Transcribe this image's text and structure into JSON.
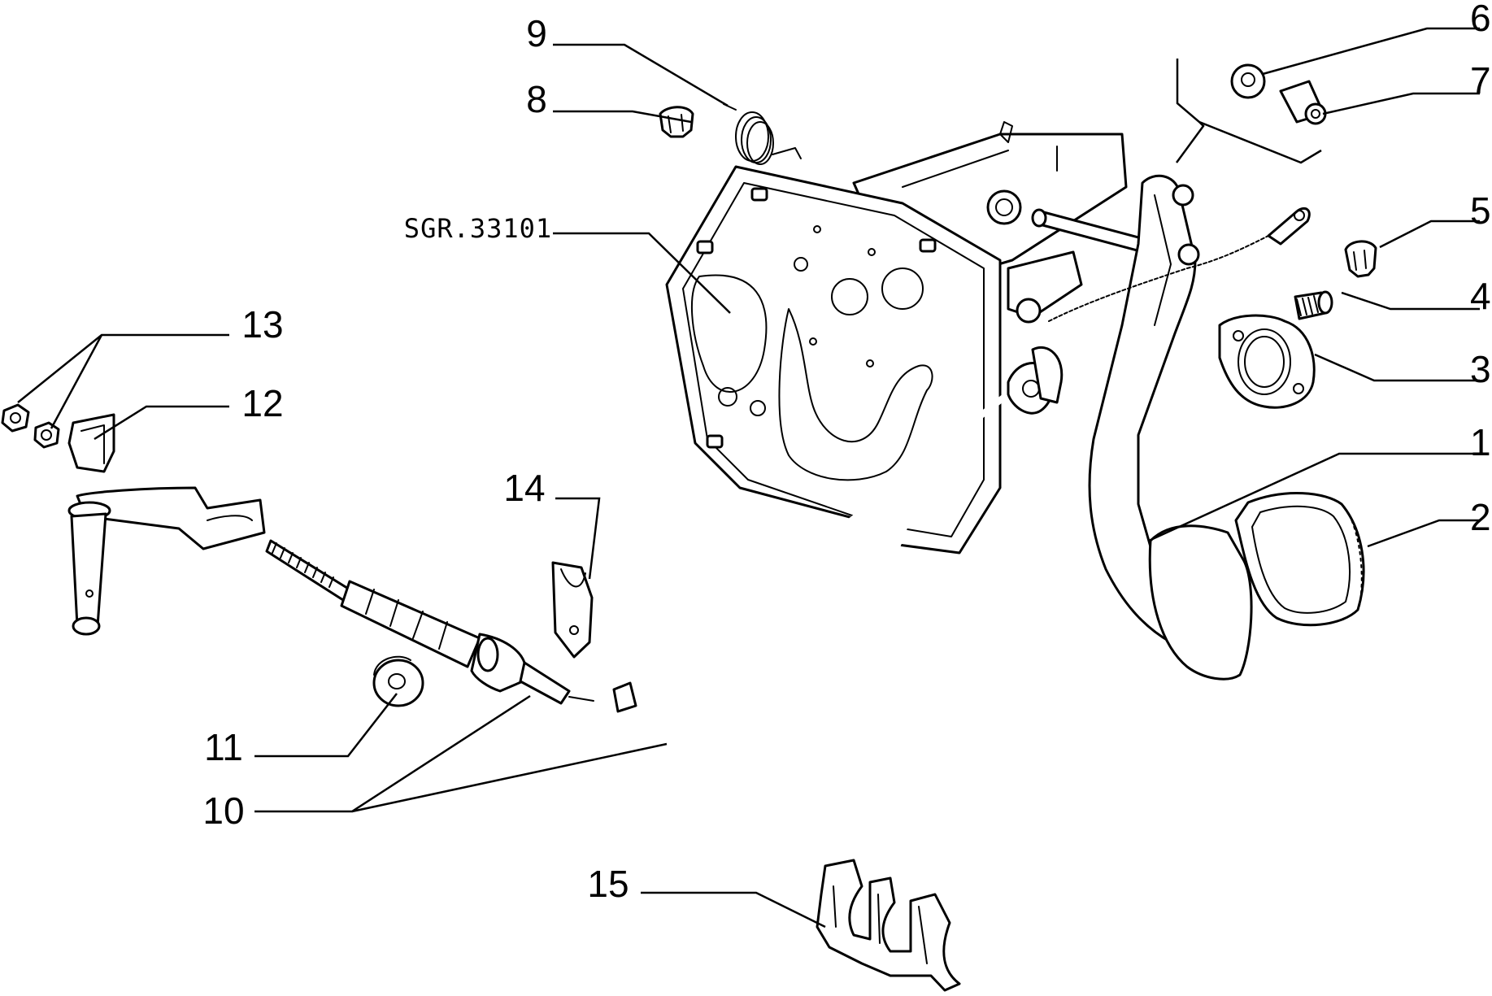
{
  "drawing_ref": "SGR.33101",
  "callouts": [
    "1",
    "2",
    "3",
    "4",
    "5",
    "6",
    "7",
    "8",
    "9",
    "10",
    "11",
    "12",
    "13",
    "14",
    "15"
  ]
}
